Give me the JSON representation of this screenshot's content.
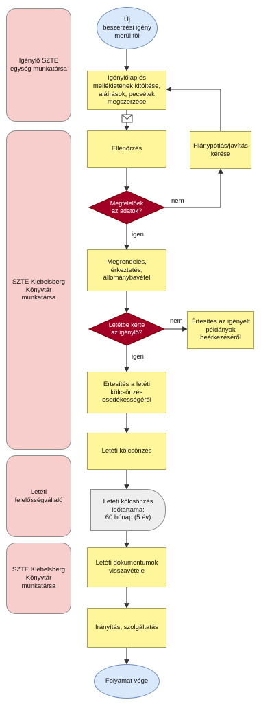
{
  "lanes": {
    "requester": "Igénylő SZTE\negység munkatársa",
    "library": "SZTE Klebelsberg\nKönyvtár\nmunkatársa",
    "guarantor": "Letéti\nfelelősségvállaló",
    "library2": "SZTE Klebelsberg\nKönyvtár\nmunkatársa"
  },
  "nodes": {
    "start": "Új\nbeszerzési igény\nmerül föl",
    "fill_form": "Igénylőlap és\nmellékletének kitöltése,\naláírások, pecsétek\nmegszerzése",
    "check": "Ellenőrzés",
    "correction": "Hiánypótlás/javítás\nkérése",
    "data_ok": "Megfelelőek\naz adatok?",
    "order": "Megrendelés,\nérkeztetés,\nállománybavétel",
    "reserved": "Letétbe kérte\naz igénylő?",
    "notify_arrival": "Értesítés az igényelt\npéldányok\nbeérkezéséről",
    "notify_due": "Értesítés a letéti\nkölcsönzés\nesedékességéről",
    "loan": "Letéti kölcsönzés",
    "duration": "Letéti kölcsönzés\nidőtartama:\n60 hónap (5 év)",
    "return": "Letéti dokumentumok\nvisszavétele",
    "processing": "Irányítás, szolgáltatás",
    "end": "Folyamat vége"
  },
  "edge_labels": {
    "no1": "nem",
    "yes1": "igen",
    "no2": "nem",
    "yes2": "igen"
  },
  "colors": {
    "lane_fill": "#f8cecc",
    "process_fill": "#fff59a",
    "terminal_fill": "#dae8fc",
    "decision_fill": "#a20025",
    "delay_fill": "#eeeeee"
  },
  "icons": {
    "message": "envelope-icon"
  }
}
